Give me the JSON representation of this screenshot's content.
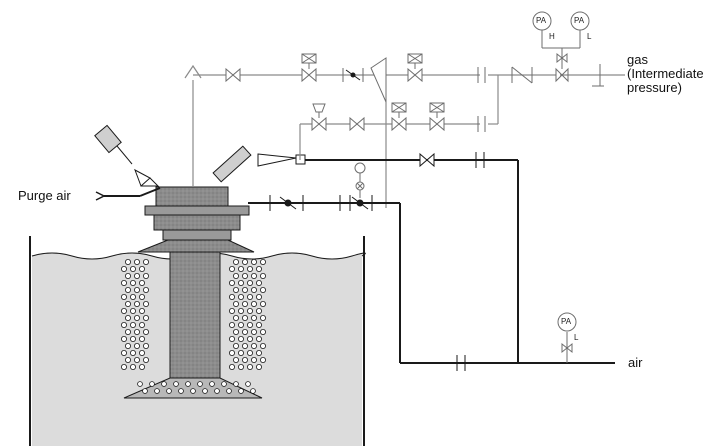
{
  "labels": {
    "purge_air": "Purge air",
    "gas_line1": "gas",
    "gas_line2": "(Intermediate",
    "gas_line3": "pressure)",
    "air": "air"
  },
  "gauges": {
    "gauge_text": "PA",
    "high": "H",
    "low": "L"
  },
  "colors": {
    "line": "#1a1a1a",
    "pipe_light": "#8a8a8a",
    "liquid": "#dcdcdc",
    "burner_body": "#8c8c8c",
    "bubble_fill": "#ffffff"
  }
}
